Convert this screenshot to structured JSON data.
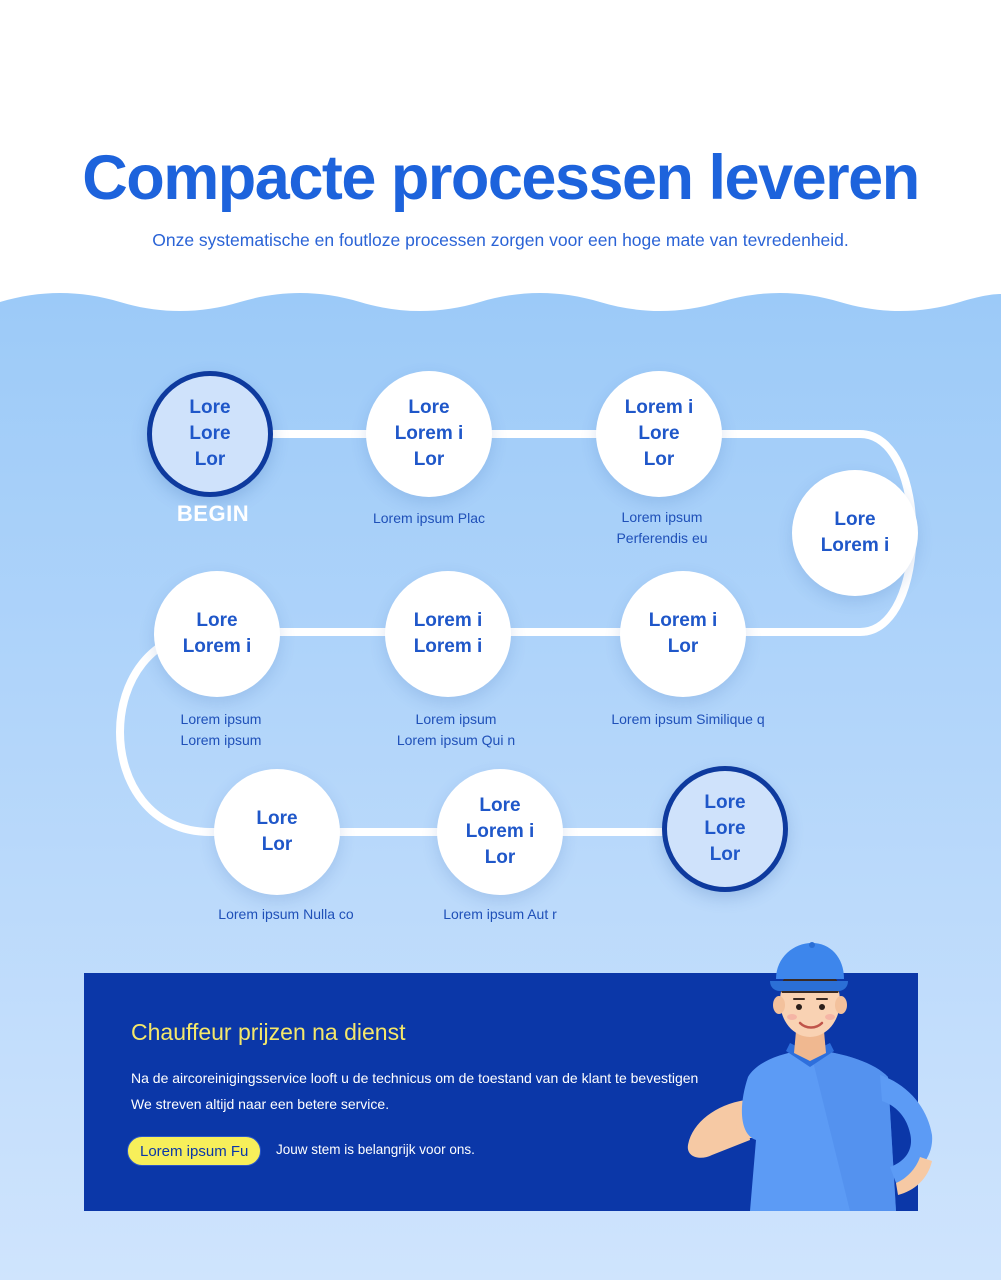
{
  "header": {
    "title": "Compacte processen leveren",
    "subtitle": "Onze systematische en foutloze processen zorgen voor een hoge mate van tevredenheid."
  },
  "colors": {
    "title_blue": "#1d63dc",
    "sky_blue": "#b6d6fb",
    "node_ring": "#0e3a9e",
    "banner_blue": "#0b37a8",
    "accent_yellow": "#f7ef5a"
  },
  "process": {
    "begin_label": "BEGIN",
    "steps": [
      {
        "label": "Lore\nLore\nLor",
        "caption": ""
      },
      {
        "label": "Lore\nLorem i\nLor",
        "caption": "Lorem ipsum Plac"
      },
      {
        "label": "Lorem i\nLore\nLor",
        "caption": "Lorem ipsum\nPerferendis eu"
      },
      {
        "label": "Lore\nLorem i",
        "caption": ""
      },
      {
        "label": "Lorem i\nLor",
        "caption": "Lorem ipsum Similique q"
      },
      {
        "label": "Lorem i\nLorem i",
        "caption": "Lorem ipsum\nLorem ipsum Qui n"
      },
      {
        "label": "Lore\nLorem i",
        "caption": "Lorem ipsum\nLorem ipsum"
      },
      {
        "label": "Lore\nLor",
        "caption": "Lorem ipsum Nulla co"
      },
      {
        "label": "Lore\nLorem i\nLor",
        "caption": "Lorem ipsum Aut r"
      },
      {
        "label": "Lore\nLore\nLor",
        "caption": ""
      }
    ]
  },
  "banner": {
    "title": "Chauffeur prijzen na dienst",
    "line1": "Na de aircoreinigingsservice looft u de technicus om de toestand van de klant te bevestigen",
    "line2": "We streven altijd naar een betere service.",
    "button_label": "Lorem ipsum Fu",
    "note": "Jouw stem is belangrijk voor ons.",
    "illustration_icon": "technician-thumbs-up-icon"
  }
}
